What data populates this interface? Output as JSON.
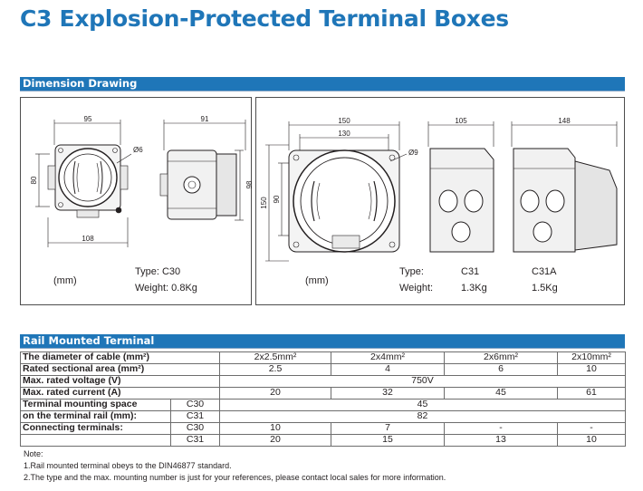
{
  "title": "C3 Explosion-Protected Terminal Boxes",
  "sections": {
    "dimension_drawing": "Dimension Drawing",
    "rail_mounted": "Rail Mounted Terminal"
  },
  "left_panel": {
    "dims": {
      "top1": "95",
      "top2": "91",
      "hole": "Ø6",
      "height1": "80",
      "height2": "98",
      "bottom": "108"
    },
    "unit": "(mm)",
    "type_label": "Type: C30",
    "weight_label": "Weight: 0.8Kg"
  },
  "right_panel": {
    "dims": {
      "top1": "150",
      "top1b": "130",
      "top2": "105",
      "top3": "148",
      "hole": "Ø9",
      "height1": "150",
      "height2": "90"
    },
    "unit": "(mm)",
    "type_label": "Type:",
    "weight_label": "Weight:",
    "models": [
      "C31",
      "C31A"
    ],
    "weights": [
      "1.3Kg",
      "1.5Kg"
    ]
  },
  "table": {
    "rows": {
      "diameter": {
        "label": "The diameter of cable (mm²)",
        "values": [
          "2x2.5mm²",
          "2x4mm²",
          "2x6mm²",
          "2x10mm²"
        ]
      },
      "rated_section": {
        "label": "Rated sectional area (mm²)",
        "values": [
          "2.5",
          "4",
          "6",
          "10"
        ]
      },
      "max_voltage": {
        "label": "Max. rated voltage (V)",
        "value": "750V"
      },
      "max_current": {
        "label": "Max. rated current (A)",
        "values": [
          "20",
          "32",
          "45",
          "61"
        ]
      },
      "mounting": {
        "label_1": "Terminal mounting space",
        "label_2": "on the terminal rail (mm):",
        "c30_label": "C30",
        "c30_value": "45",
        "c31_label": "C31",
        "c31_value": "82"
      },
      "connecting": {
        "label": "Connecting terminals:",
        "c30_label": "C30",
        "c30_values": [
          "10",
          "7",
          "-",
          "-"
        ],
        "c31_label": "C31",
        "c31_values": [
          "20",
          "15",
          "13",
          "10"
        ]
      }
    }
  },
  "notes": {
    "heading": "Note:",
    "lines": [
      "1.Rail mounted terminal obeys to the DIN46877 standard.",
      "2.The type and the max. mounting number is just for your references, please contact local sales for more information."
    ]
  }
}
